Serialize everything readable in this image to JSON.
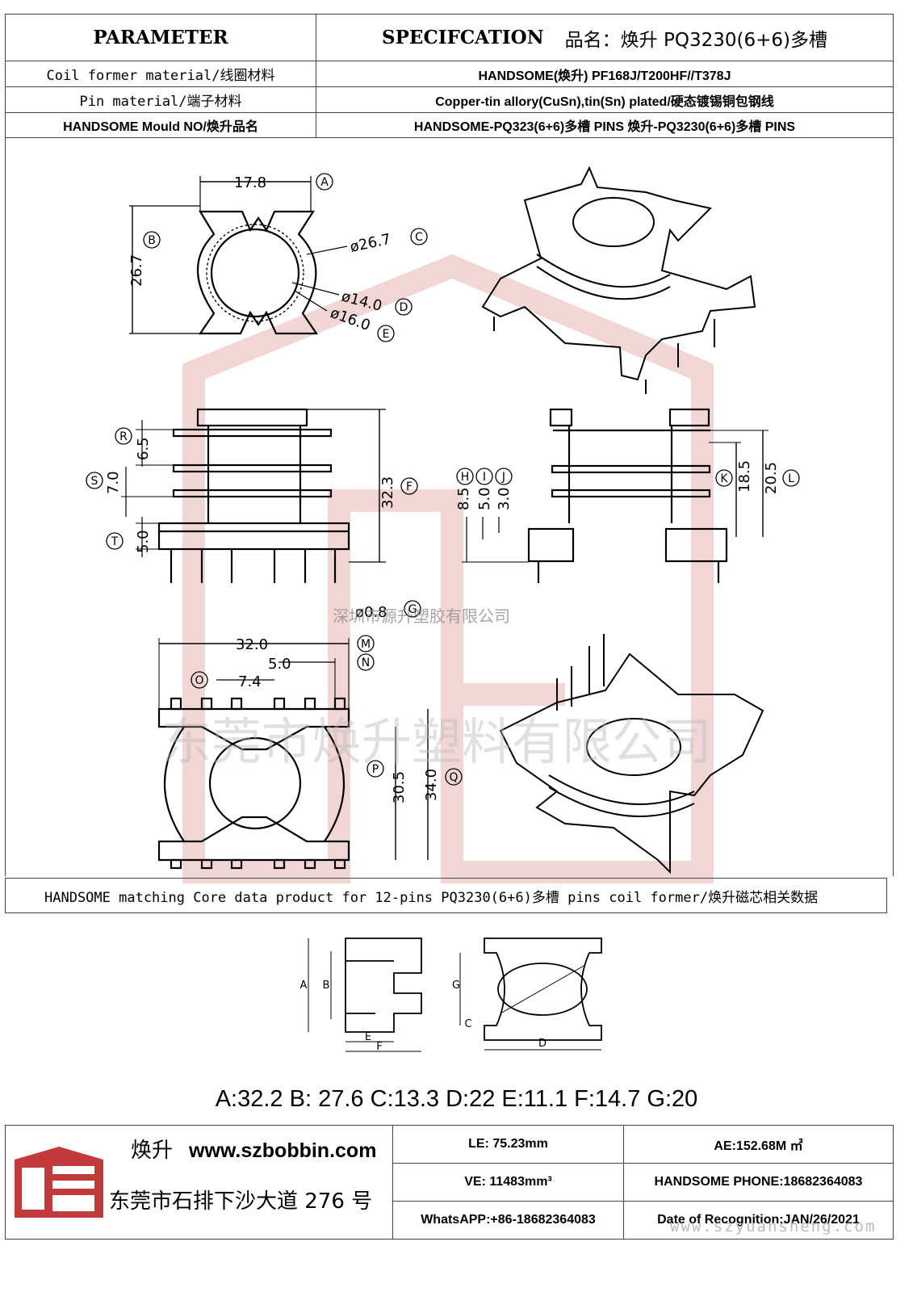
{
  "header": {
    "parameter_label": "PARAMETER",
    "specification_label": "SPECIFCATION",
    "product_name": "品名：焕升 PQ3230(6+6)多槽",
    "rows": [
      {
        "param": "Coil former material/线圈材料",
        "value": "HANDSOME(焕升)   PF168J/T200HF//T378J"
      },
      {
        "param": "Pin material/端子材料",
        "value": "Copper-tin allory(CuSn),tin(Sn) plated/硬态镀锡铜包钢线"
      },
      {
        "param": "HANDSOME Mould NO/焕升品名",
        "value": "HANDSOME-PQ323(6+6)多槽  PINS    焕升-PQ3230(6+6)多槽 PINS"
      }
    ]
  },
  "drawing": {
    "dims": {
      "d17_8": "17.8",
      "d26_7": "26.7",
      "phi26_7": "ø26.7",
      "phi14_0": "ø14.0",
      "phi16_0": "ø16.0",
      "d6_5": "6.5",
      "d7_0": "7.0",
      "d5_0": "5.0",
      "d32_3": "32.3",
      "d8_5": "8.5",
      "d5_0b": "5.0",
      "d3_0": "3.0",
      "d18_5": "18.5",
      "d20_5": "20.5",
      "phi0_8": "ø0.8",
      "d32_0": "32.0",
      "d5_0c": "5.0",
      "d7_4": "7.4",
      "d30_5": "30.5",
      "d34_0": "34.0"
    },
    "markers": {
      "A": "A",
      "B": "B",
      "C": "C",
      "D": "D",
      "E": "E",
      "F": "F",
      "G": "G",
      "H": "H",
      "I": "I",
      "J": "J",
      "K": "K",
      "L": "L",
      "M": "M",
      "N": "N",
      "O": "O",
      "P": "P",
      "Q": "Q",
      "R": "R",
      "S": "S",
      "T": "T"
    },
    "watermark_small": "深圳市源升塑胶有限公司",
    "watermark_large": "东莞市焕升塑料有限公司"
  },
  "core": {
    "section_title": "HANDSOME matching Core data  product for 12-pins PQ3230(6+6)多槽 pins coil former/焕升磁芯相关数据",
    "core_labels": {
      "A": "A",
      "B": "B",
      "C": "C",
      "D": "D",
      "E": "E",
      "F": "F",
      "G": "G"
    },
    "dimensions_line": "A:32.2 B: 27.6 C:13.3 D:22 E:11.1 F:14.7 G:20"
  },
  "footer": {
    "brand": "焕升",
    "website": "www.szbobbin.com",
    "address": "东莞市石排下沙大道 276 号",
    "le": "LE: 75.23mm",
    "ae": "AE:152.68M ㎡",
    "ve": "VE: 11483mm³",
    "phone": "HANDSOME PHONE:18682364083",
    "whatsapp": "WhatsAPP:+86-18682364083",
    "date": "Date of Recognition:JAN/26/2021",
    "watermark_url": "www.szyuansheng.com"
  },
  "colors": {
    "watermark_red": "#e8b4b4",
    "line": "#000000",
    "logo_red": "#c23a3a"
  }
}
